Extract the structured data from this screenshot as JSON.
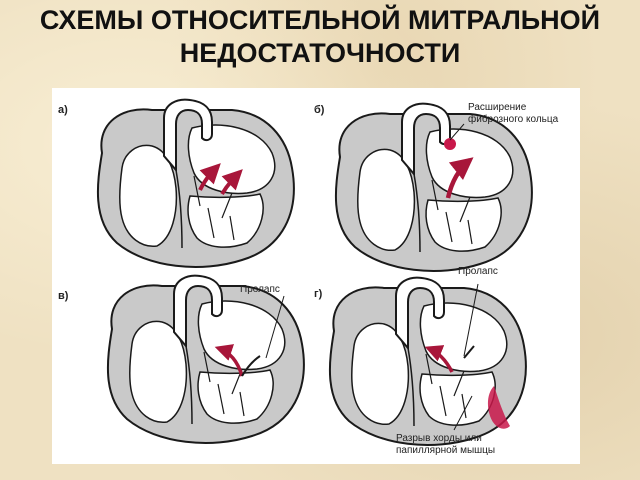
{
  "title": {
    "line1": "СХЕМЫ ОТНОСИТЕЛЬНОЙ МИТРАЛЬНОЙ",
    "line2": "НЕДОСТАТОЧНОСТИ"
  },
  "panels": [
    {
      "letter": "а)"
    },
    {
      "letter": "б)",
      "callout": {
        "line1": "Расширение",
        "line2": "фиброзного кольца"
      }
    },
    {
      "letter": "в)",
      "callout": {
        "line1": "Пролапс"
      }
    },
    {
      "letter": "г)",
      "callout": {
        "line1": "Пролапс"
      },
      "callout2": {
        "line1": "Разрыв хорды или",
        "line2": "папиллярной мышцы"
      }
    }
  ],
  "colors": {
    "accent": "#a8163a",
    "myocardium": "#c9c9c9",
    "outline": "#1a1a1a",
    "background": "#efe1c2"
  }
}
